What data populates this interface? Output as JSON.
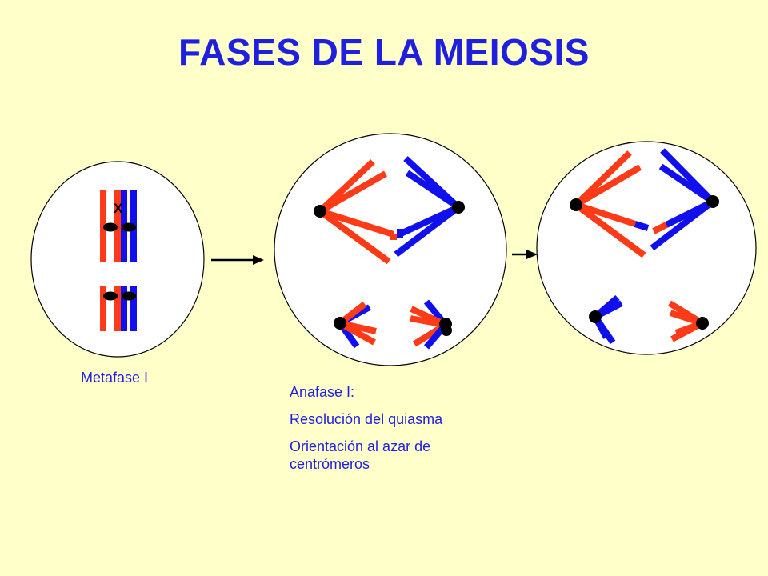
{
  "title": "FASES DE LA MEIOSIS",
  "chiasma_mark": "X",
  "colors": {
    "background": "#ffffc9",
    "text": "#1f1fe0",
    "chromosome_red": "#ff3a17",
    "chromosome_blue": "#1010ee",
    "centromere": "#000000",
    "cell_fill": "#ffffff",
    "cell_border": "#000000"
  },
  "phases": [
    {
      "label": "Metafase I"
    },
    {
      "label": "Anafase I:",
      "notes": [
        "Resolución del quiasma",
        "Orientación al azar de centrómeros"
      ]
    }
  ]
}
